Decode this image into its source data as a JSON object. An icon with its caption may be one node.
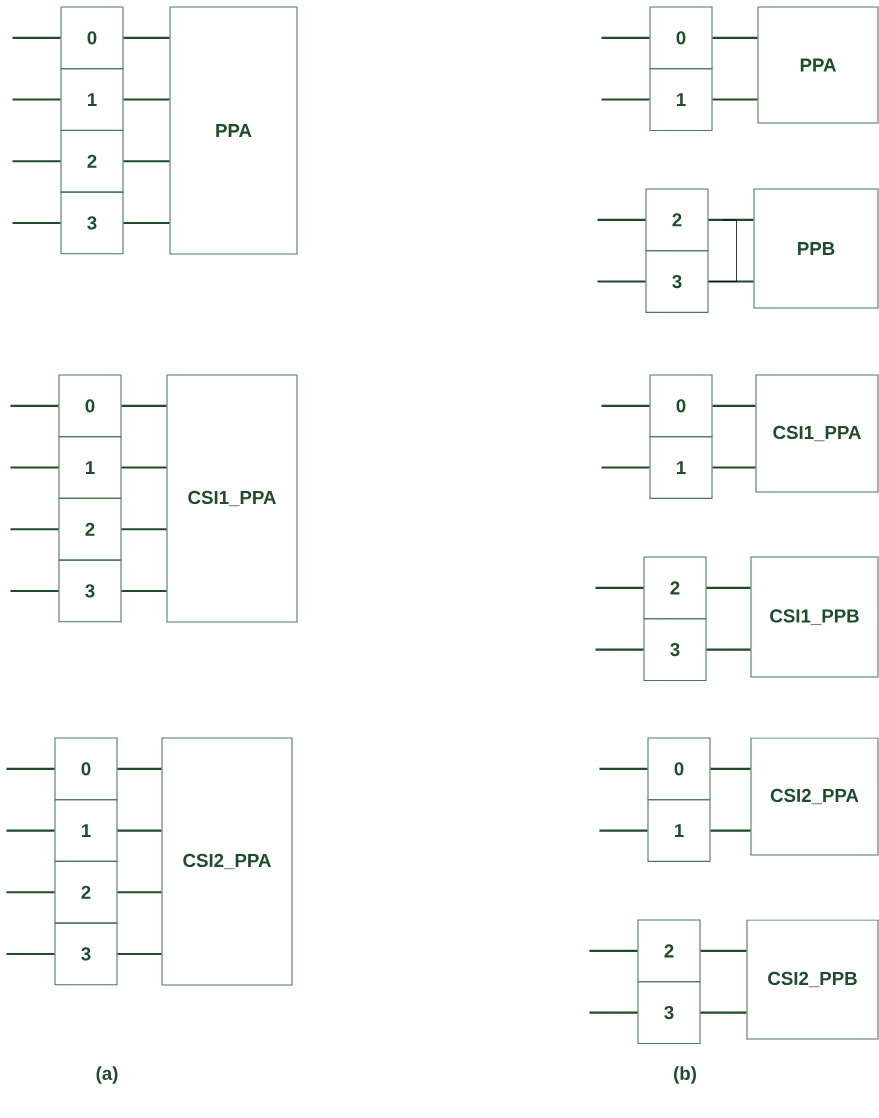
{
  "diagram": {
    "nodes": [
      {
        "text": [
          "0"
        ]
      },
      {
        "text": [
          "1"
        ]
      },
      {
        "text": [
          "2"
        ]
      },
      {
        "text": [
          "3"
        ]
      },
      {
        "text": [
          "PPA"
        ]
      },
      {
        "text": [
          "0"
        ]
      },
      {
        "text": [
          "1"
        ]
      },
      {
        "text": [
          "2"
        ]
      },
      {
        "text": [
          "3"
        ]
      },
      {
        "text": [
          "CSI1_PPA"
        ]
      },
      {
        "text": [
          "0"
        ]
      },
      {
        "text": [
          "1"
        ]
      },
      {
        "text": [
          "2"
        ]
      },
      {
        "text": [
          "3"
        ]
      },
      {
        "text": [
          "CSI2_PPA"
        ]
      },
      {
        "text": [
          "0"
        ]
      },
      {
        "text": [
          "1"
        ]
      },
      {
        "text": [
          "PPA"
        ]
      },
      {
        "text": [
          "2"
        ]
      },
      {
        "text": [
          "3"
        ]
      },
      {
        "text": [
          "PPB"
        ]
      },
      {
        "text": [
          "0"
        ]
      },
      {
        "text": [
          "1"
        ]
      },
      {
        "text": [
          "CSI1_PPA"
        ]
      },
      {
        "text": [
          "2"
        ]
      },
      {
        "text": [
          "3"
        ]
      },
      {
        "text": [
          "CSI1_PPB"
        ]
      },
      {
        "text": [
          "0"
        ]
      },
      {
        "text": [
          "1"
        ]
      },
      {
        "text": [
          "CSI2_PPA"
        ]
      },
      {
        "text": [
          "2"
        ]
      },
      {
        "text": [
          "3"
        ]
      },
      {
        "text": [
          "CSI2_PPB"
        ]
      }
    ],
    "edges": [
      {
        "from": null,
        "to": 0,
        "arrow": "none"
      },
      {
        "from": 0,
        "to": 4,
        "arrow": "none"
      },
      {
        "from": null,
        "to": 1,
        "arrow": "none"
      },
      {
        "from": 1,
        "to": 4,
        "arrow": "none"
      },
      {
        "from": null,
        "to": 2,
        "arrow": "none"
      },
      {
        "from": 2,
        "to": 4,
        "arrow": "none"
      },
      {
        "from": null,
        "to": 3,
        "arrow": "none"
      },
      {
        "from": 3,
        "to": 4,
        "arrow": "none"
      },
      {
        "from": null,
        "to": 5,
        "arrow": "none"
      },
      {
        "from": 5,
        "to": 9,
        "arrow": "none"
      },
      {
        "from": null,
        "to": 6,
        "arrow": "none"
      },
      {
        "from": 6,
        "to": 9,
        "arrow": "none"
      },
      {
        "from": null,
        "to": 7,
        "arrow": "none"
      },
      {
        "from": 7,
        "to": 9,
        "arrow": "none"
      },
      {
        "from": null,
        "to": 8,
        "arrow": "none"
      },
      {
        "from": 8,
        "to": 9,
        "arrow": "none"
      },
      {
        "from": null,
        "to": 10,
        "arrow": "none"
      },
      {
        "from": 10,
        "to": 14,
        "arrow": "none"
      },
      {
        "from": null,
        "to": 11,
        "arrow": "none"
      },
      {
        "from": 11,
        "to": 14,
        "arrow": "none"
      },
      {
        "from": null,
        "to": 12,
        "arrow": "none"
      },
      {
        "from": 12,
        "to": 14,
        "arrow": "none"
      },
      {
        "from": null,
        "to": 13,
        "arrow": "none"
      },
      {
        "from": 13,
        "to": 14,
        "arrow": "none"
      },
      {
        "from": null,
        "to": 15,
        "arrow": "none"
      },
      {
        "from": 15,
        "to": 17,
        "arrow": "none"
      },
      {
        "from": null,
        "to": 16,
        "arrow": "none"
      },
      {
        "from": 16,
        "to": 17,
        "arrow": "none"
      },
      {
        "from": null,
        "to": 18,
        "arrow": "none"
      },
      {
        "from": 18,
        "to": 20,
        "arrow": "none"
      },
      {
        "from": null,
        "to": 19,
        "arrow": "none"
      },
      {
        "from": 19,
        "to": 20,
        "arrow": "none"
      },
      {
        "from": null,
        "to": 21,
        "arrow": "none"
      },
      {
        "from": 21,
        "to": 23,
        "arrow": "none"
      },
      {
        "from": null,
        "to": 22,
        "arrow": "none"
      },
      {
        "from": 22,
        "to": 23,
        "arrow": "none"
      },
      {
        "from": null,
        "to": 24,
        "arrow": "none"
      },
      {
        "from": 24,
        "to": 26,
        "arrow": "none"
      },
      {
        "from": null,
        "to": 25,
        "arrow": "none"
      },
      {
        "from": 25,
        "to": 26,
        "arrow": "none"
      },
      {
        "from": null,
        "to": 27,
        "arrow": "none"
      },
      {
        "from": 27,
        "to": 29,
        "arrow": "none"
      },
      {
        "from": null,
        "to": 28,
        "arrow": "none"
      },
      {
        "from": 28,
        "to": 29,
        "arrow": "none"
      },
      {
        "from": null,
        "to": 30,
        "arrow": "none"
      },
      {
        "from": 30,
        "to": 32,
        "arrow": "none"
      },
      {
        "from": null,
        "to": 31,
        "arrow": "none"
      },
      {
        "from": 31,
        "to": 32,
        "arrow": "none"
      }
    ],
    "labels": [
      "(a)",
      "(b)"
    ]
  }
}
